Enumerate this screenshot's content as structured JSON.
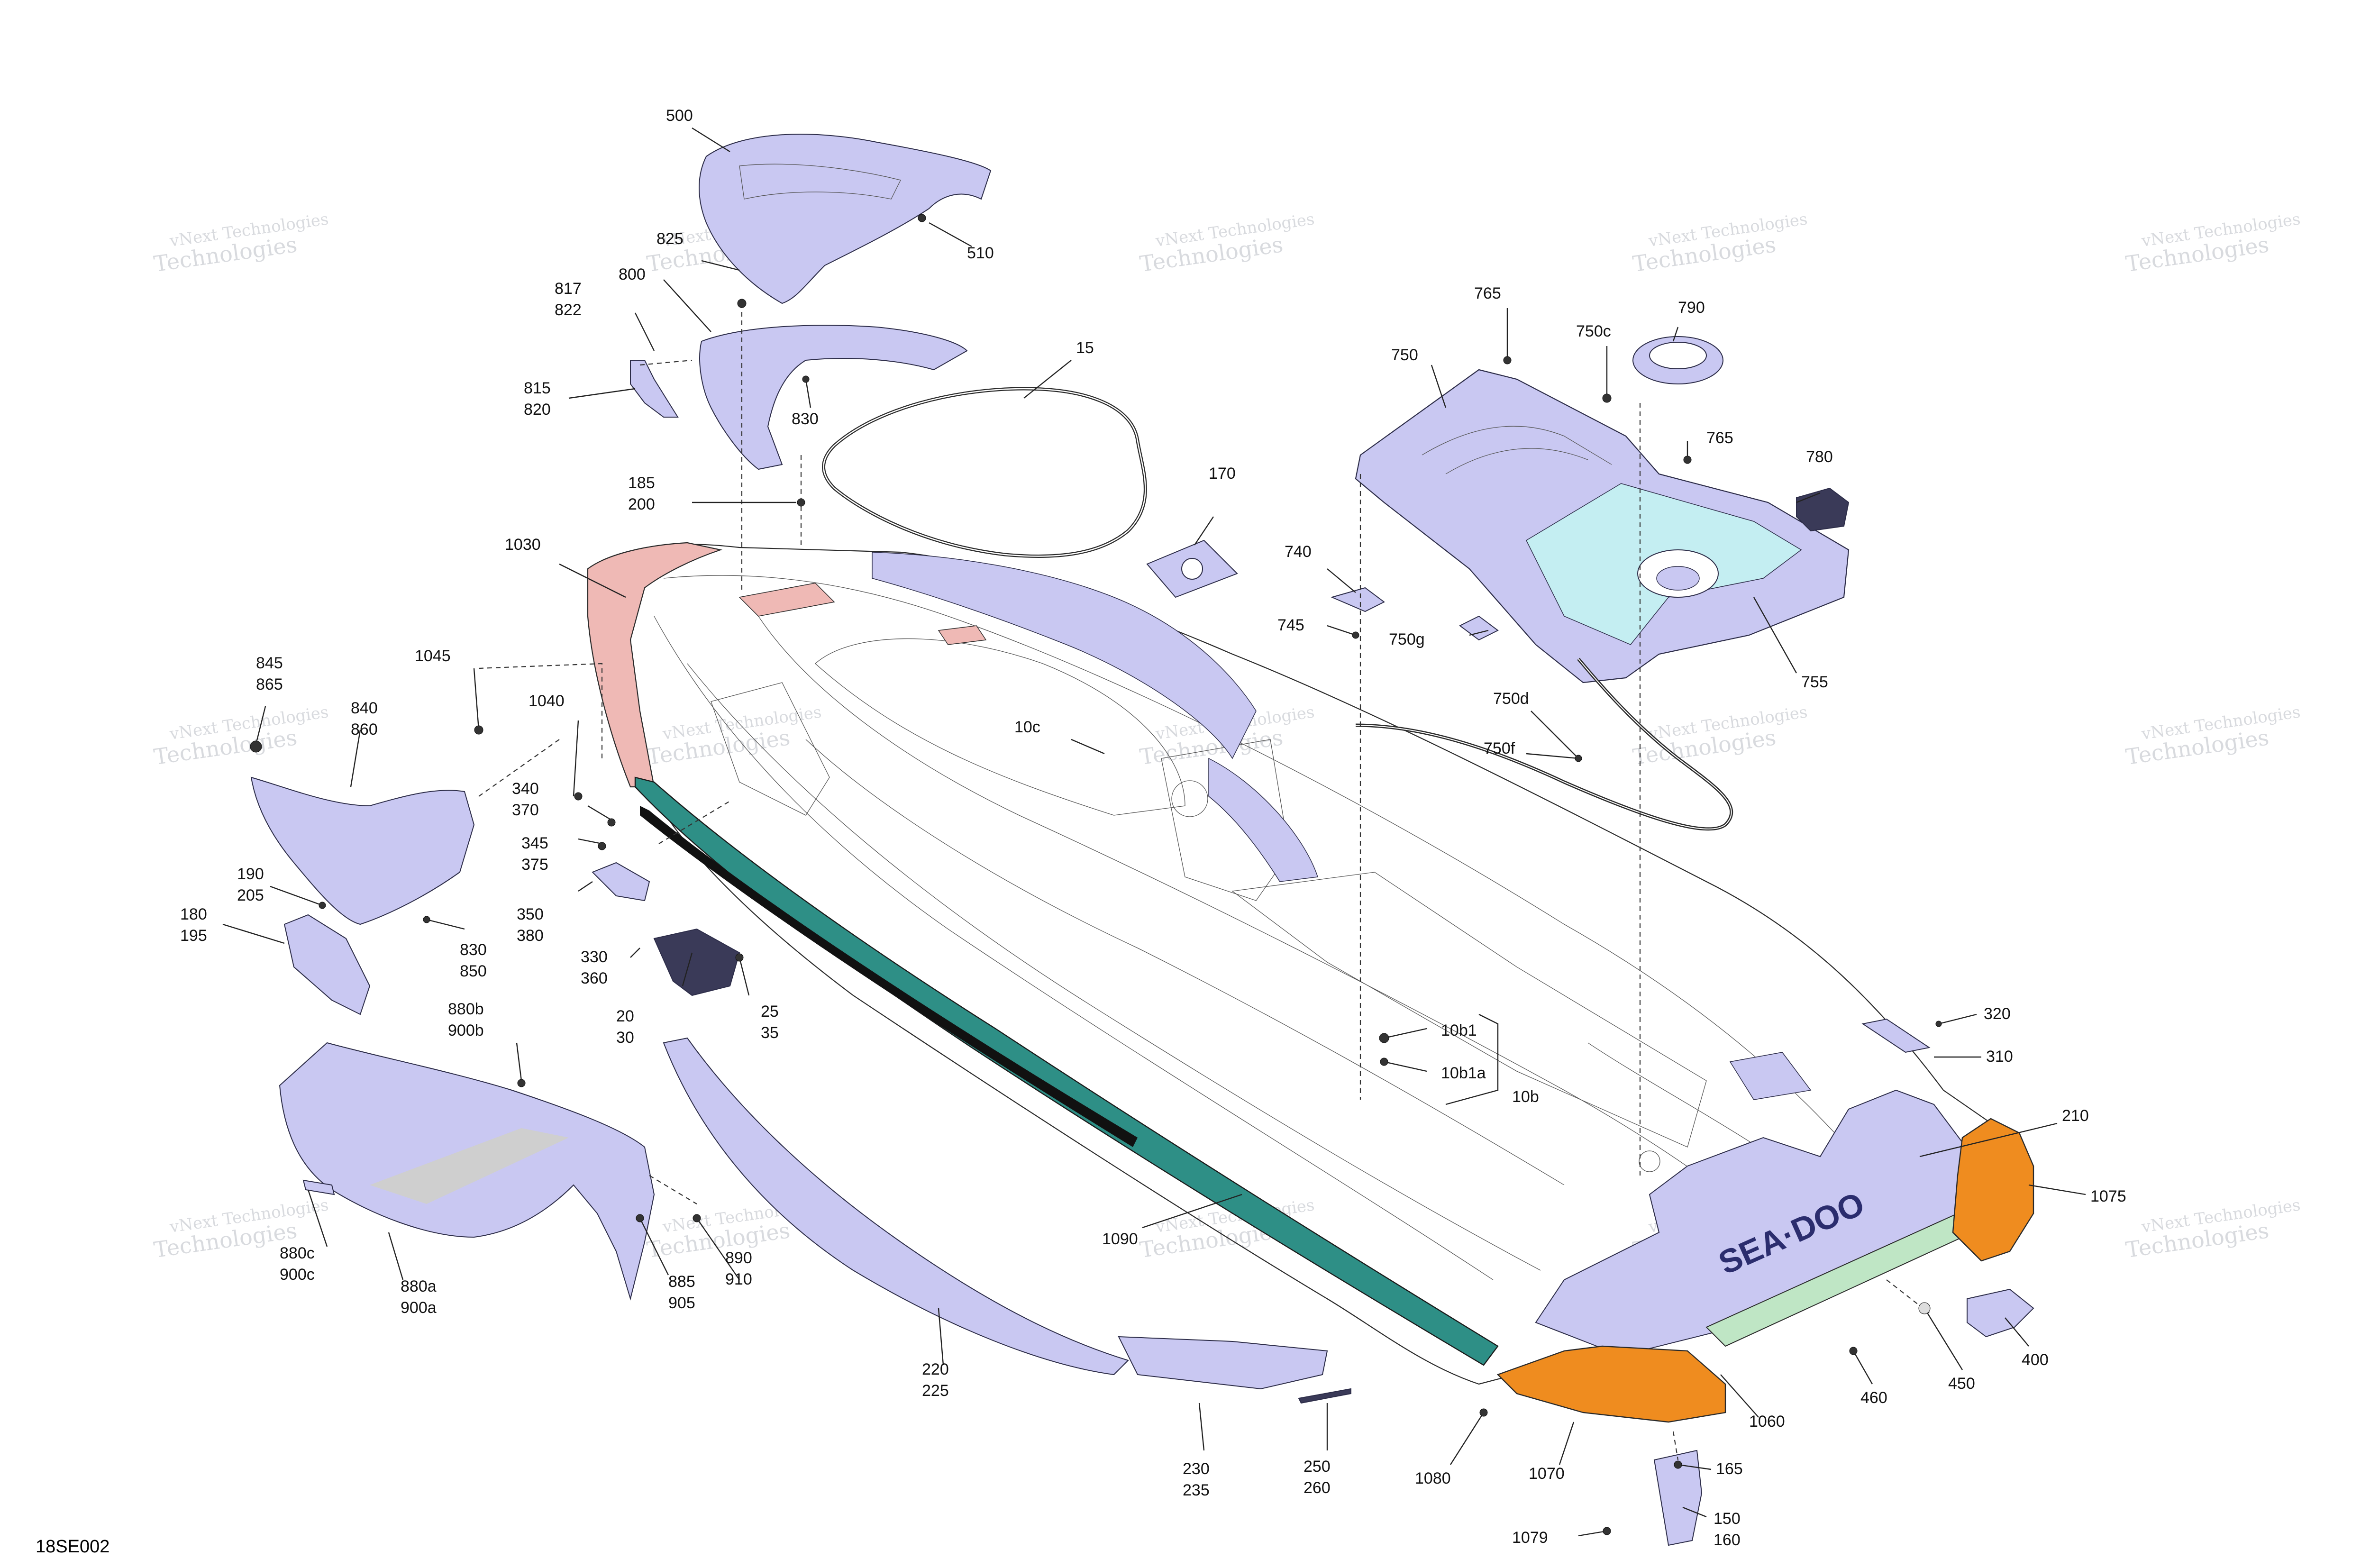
{
  "drawing_code": "18SE002",
  "watermark": {
    "line1": "vNext Technologies",
    "line2": "Technologies"
  },
  "callouts": {
    "c500": "500",
    "c510": "510",
    "c825": "825",
    "c817": "817",
    "c822": "822",
    "c800": "800",
    "c815": "815",
    "c820": "820",
    "c830a": "830",
    "c15": "15",
    "c185": "185",
    "c200": "200",
    "c170": "170",
    "c1030": "1030",
    "c740": "740",
    "c745": "745",
    "c750g": "750g",
    "c765a": "765",
    "c750c": "750c",
    "c790": "790",
    "c750": "750",
    "c765b": "765",
    "c780": "780",
    "c755": "755",
    "c750d": "750d",
    "c750f": "750f",
    "c1045": "1045",
    "c845": "845",
    "c865": "865",
    "c840": "840",
    "c860": "860",
    "c1040": "1040",
    "c10c": "10c",
    "c340": "340",
    "c370": "370",
    "c345": "345",
    "c375": "375",
    "c190": "190",
    "c205": "205",
    "c180": "180",
    "c195": "195",
    "c830b": "830",
    "c850": "850",
    "c350": "350",
    "c380": "380",
    "c330": "330",
    "c360": "360",
    "c20": "20",
    "c30": "30",
    "c25": "25",
    "c35": "35",
    "c880b": "880b",
    "c900b": "900b",
    "c10b1": "10b1",
    "c10b1a": "10b1a",
    "c10b": "10b",
    "c320": "320",
    "c310": "310",
    "c210": "210",
    "c1075": "1075",
    "c880c": "880c",
    "c900c": "900c",
    "c880a": "880a",
    "c900a": "900a",
    "c885": "885",
    "c905": "905",
    "c890": "890",
    "c910": "910",
    "c1090": "1090",
    "c220": "220",
    "c225": "225",
    "c460": "460",
    "c450": "450",
    "c400": "400",
    "c1060": "1060",
    "c230": "230",
    "c235": "235",
    "c250": "250",
    "c260": "260",
    "c1080": "1080",
    "c1070": "1070",
    "c165": "165",
    "c150": "150",
    "c160": "160",
    "c1079": "1079"
  },
  "colors": {
    "part_fill": "#c9c8f2",
    "part_stroke": "#2c2c48",
    "hull_stroke": "#2a2a2a",
    "pink": "#efb9b5",
    "teal": "#2e8f86",
    "orange": "#ef8c1f",
    "cyan": "#c4eef2",
    "green_trim": "#bfe6c5",
    "pad_text": "#2b2d6e"
  }
}
